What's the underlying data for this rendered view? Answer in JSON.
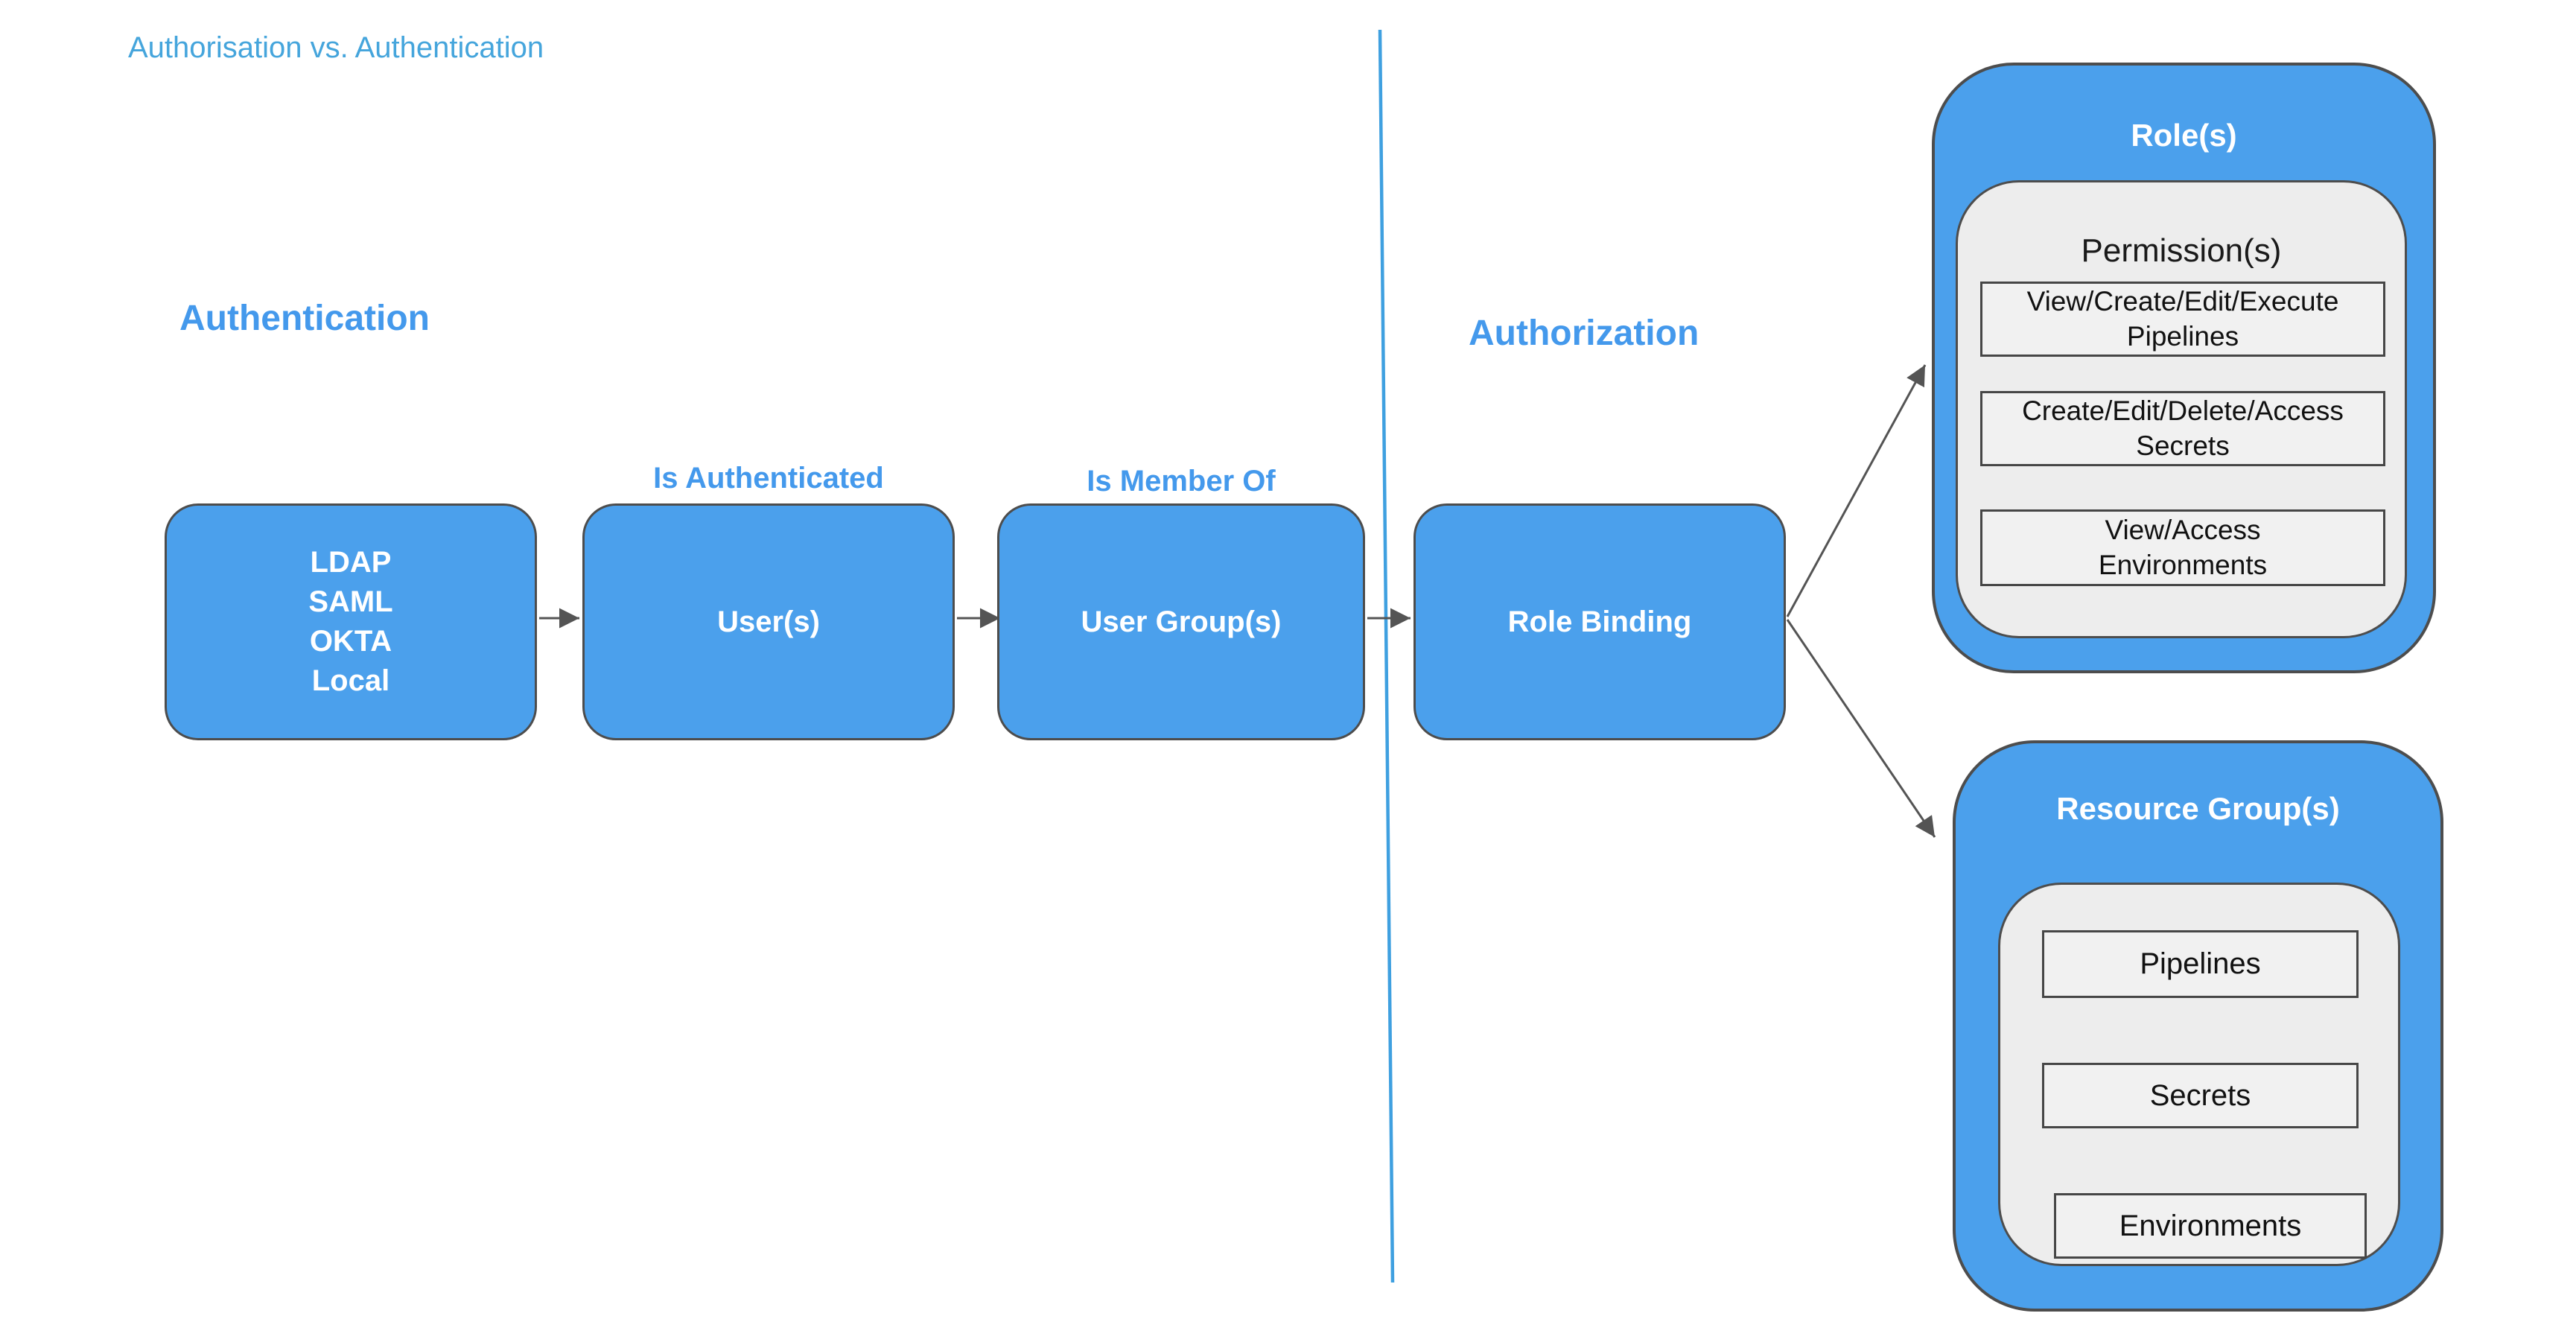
{
  "title": "Authorisation vs. Authentication",
  "colors": {
    "node_blue": "#4BA0EC",
    "node_border": "#4D4D4D",
    "accent_text_blue": "#4499EC",
    "title_text_blue": "#45A5DC",
    "panel_gray": "#EDEDED",
    "item_gray": "#F1F1F1",
    "arrow_gray": "#545454",
    "divider_blue": "#3FA0E0",
    "node_text": "#FFFFFF",
    "dark_text": "#1A1A1A"
  },
  "headings": {
    "authentication": "Authentication",
    "authorization": "Authorization"
  },
  "flow": {
    "identity_providers": {
      "lines": [
        "LDAP",
        "SAML",
        "OKTA",
        "Local"
      ]
    },
    "users": {
      "label": "User(s)",
      "edge_label": "Is Authenticated"
    },
    "user_groups": {
      "label": "User Group(s)",
      "edge_label": "Is Member Of"
    },
    "role_binding": {
      "label": "Role Binding"
    }
  },
  "roles_panel": {
    "title": "Role(s)",
    "permissions_title": "Permission(s)",
    "permissions": [
      {
        "line1": "View/Create/Edit/Execute",
        "line2": "Pipelines"
      },
      {
        "line1": "Create/Edit/Delete/Access",
        "line2": "Secrets"
      },
      {
        "line1": "View/Access",
        "line2": "Environments"
      }
    ]
  },
  "resource_panel": {
    "title": "Resource Group(s)",
    "items": [
      "Pipelines",
      "Secrets",
      "Environments"
    ]
  }
}
